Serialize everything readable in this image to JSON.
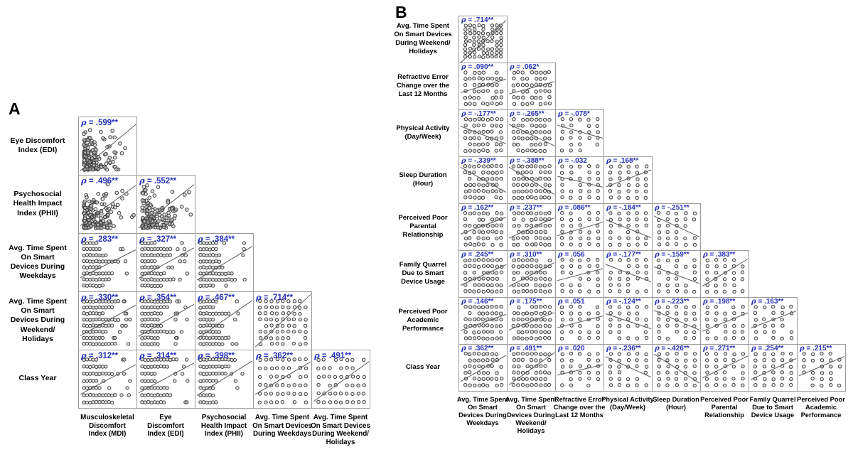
{
  "figure": {
    "panels": [
      {
        "label": "A"
      },
      {
        "label": "B"
      }
    ],
    "rho_prefix": "ρ = ",
    "colors": {
      "rho_text": "#2531b8",
      "dot_stroke": "#3d3d3d",
      "dot_fill": "#cecece",
      "border": "#9a9a9a",
      "fit_line": "#5a5a5a",
      "text": "#1a1a1a",
      "background": "#ffffff"
    }
  },
  "chart_data": [
    {
      "type": "scatter",
      "subtype": "lower-triangular correlation scatterplot matrix",
      "panel": "A",
      "legend_position": "none",
      "grid": false,
      "row_variables": [
        "Eye Discomfort\nIndex (EDI)",
        "Psychosocial\nHealth Impact\nIndex (PHII)",
        "Avg. Time Spent\nOn Smart\nDevices During\nWeekdays",
        "Avg. Time Spent\nOn Smart\nDevices During\nWeekend/\nHolidays",
        "Class Year"
      ],
      "col_variables": [
        "Musculoskeletal\nDiscomfort\nIndex (MDI)",
        "Eye\nDiscomfort\nIndex (EDI)",
        "Psychosocial\nHealth Impact\nIndex (PHII)",
        "Avg. Time Spent\nOn Smart Devices\nDuring Weekdays",
        "Avg. Time Spent\nOn Smart Devices\nDuring Weekend/\nHolidays"
      ],
      "correlations": [
        [
          {
            "rho": ".599",
            "sig": "**"
          }
        ],
        [
          {
            "rho": ".496",
            "sig": "**"
          },
          {
            "rho": ".552",
            "sig": "**"
          }
        ],
        [
          {
            "rho": ".283",
            "sig": "**"
          },
          {
            "rho": ".327",
            "sig": "**"
          },
          {
            "rho": ".384",
            "sig": "**"
          }
        ],
        [
          {
            "rho": ".330",
            "sig": "**"
          },
          {
            "rho": ".354",
            "sig": "**"
          },
          {
            "rho": ".467",
            "sig": "**"
          },
          {
            "rho": ".714",
            "sig": "**"
          }
        ],
        [
          {
            "rho": ".312",
            "sig": "**"
          },
          {
            "rho": ".314",
            "sig": "**"
          },
          {
            "rho": ".398",
            "sig": "**"
          },
          {
            "rho": ".362",
            "sig": "**"
          },
          {
            "rho": ".491",
            "sig": "**"
          }
        ]
      ]
    },
    {
      "type": "scatter",
      "subtype": "lower-triangular correlation scatterplot matrix",
      "panel": "B",
      "legend_position": "none",
      "grid": false,
      "row_variables": [
        "Avg. Time Spent\nOn Smart Devices\nDuring Weekend/\nHolidays",
        "Refractive Error\nChange over the\nLast 12 Months",
        "Physical Activity\n(Day/Week)",
        "Sleep Duration\n(Hour)",
        "Perceived Poor\nParental\nRelationship",
        "Family Quarrel\nDue to Smart\nDevice Usage",
        "Perceived Poor\nAcademic\nPerformance",
        "Class Year"
      ],
      "col_variables": [
        "Avg. Time Spent\nOn Smart\nDevices During\nWeekdays",
        "Avg. Time Spent\nOn Smart\nDevices During\nWeekend/\nHolidays",
        "Refractive Error\nChange over the\nLast 12 Months",
        "Physical Activity\n(Day/Week)",
        "Sleep Duration\n(Hour)",
        "Perceived Poor\nParental\nRelationship",
        "Family Quarrel\nDue to Smart\nDevice Usage",
        "Perceived Poor\nAcademic\nPerformance"
      ],
      "correlations": [
        [
          {
            "rho": ".714",
            "sig": "**"
          }
        ],
        [
          {
            "rho": ".090",
            "sig": "**"
          },
          {
            "rho": ".062",
            "sig": "*"
          }
        ],
        [
          {
            "rho": "-.177",
            "sig": "**"
          },
          {
            "rho": "-.265",
            "sig": "**"
          },
          {
            "rho": "-.078",
            "sig": "*"
          }
        ],
        [
          {
            "rho": "-.339",
            "sig": "**"
          },
          {
            "rho": "-.388",
            "sig": "**"
          },
          {
            "rho": "-.032",
            "sig": ""
          },
          {
            "rho": ".168",
            "sig": "**"
          }
        ],
        [
          {
            "rho": ".162",
            "sig": "**"
          },
          {
            "rho": ".237",
            "sig": "**"
          },
          {
            "rho": ".086",
            "sig": "**"
          },
          {
            "rho": "-.184",
            "sig": "**"
          },
          {
            "rho": "-.251",
            "sig": "**"
          }
        ],
        [
          {
            "rho": ".245",
            "sig": "**"
          },
          {
            "rho": ".310",
            "sig": "**"
          },
          {
            "rho": ".056",
            "sig": ""
          },
          {
            "rho": "-.177",
            "sig": "**"
          },
          {
            "rho": "-.159",
            "sig": "**"
          },
          {
            "rho": ".383",
            "sig": "**"
          }
        ],
        [
          {
            "rho": ".146",
            "sig": "**"
          },
          {
            "rho": ".175",
            "sig": "**"
          },
          {
            "rho": ".051",
            "sig": ""
          },
          {
            "rho": "-.124",
            "sig": "**"
          },
          {
            "rho": "-.223",
            "sig": "**"
          },
          {
            "rho": ".198",
            "sig": "**"
          },
          {
            "rho": ".163",
            "sig": "**"
          }
        ],
        [
          {
            "rho": ".362",
            "sig": "**"
          },
          {
            "rho": ".491",
            "sig": "**"
          },
          {
            "rho": ".020",
            "sig": ""
          },
          {
            "rho": "-.236",
            "sig": "**"
          },
          {
            "rho": "-.426",
            "sig": "**"
          },
          {
            "rho": ".271",
            "sig": "**"
          },
          {
            "rho": ".254",
            "sig": "**"
          },
          {
            "rho": ".215",
            "sig": "**"
          }
        ]
      ]
    }
  ]
}
